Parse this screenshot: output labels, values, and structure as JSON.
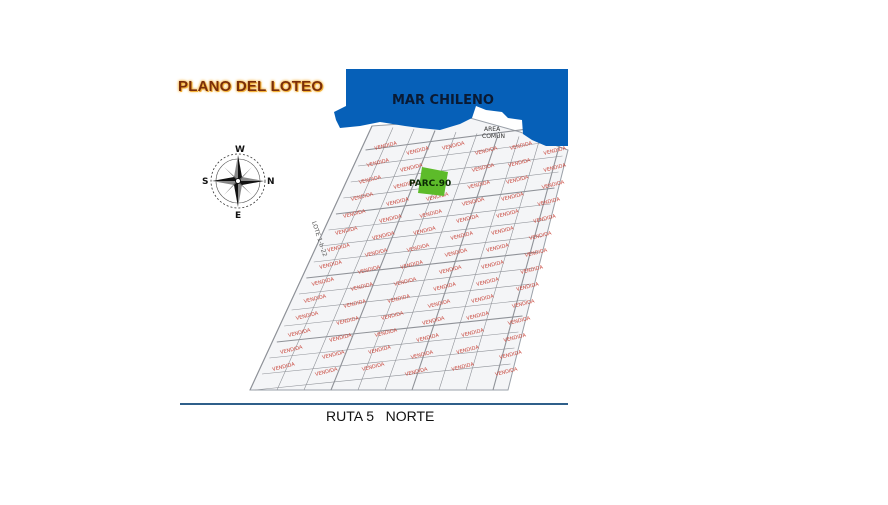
{
  "map": {
    "title": "PLANO DEL LOTEO",
    "sea_label": "MAR CHILENO",
    "common_area_label_1": "AREA",
    "common_area_label_2": "COMÚN",
    "parcel_label": "PARC.90",
    "road_label": "RUTA 5   NORTE",
    "lot_side_label": "LOTE 1-b-22",
    "lot_stamp": "VENDIDA",
    "compass": {
      "n": "N",
      "s": "S",
      "e": "E",
      "w": "W"
    },
    "colors": {
      "sea": "#0660b8",
      "parcel": "#5dbb2a",
      "stamp": "#c8453a",
      "lot_lines": "#8f9298",
      "road_line": "#2f5f8a",
      "title": "#7a2e0a",
      "title_glow": "#f3b23a"
    }
  }
}
